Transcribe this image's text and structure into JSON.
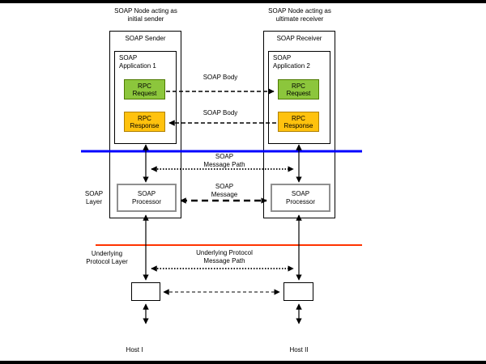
{
  "colors": {
    "rpc_request_fill": "#8CC63C",
    "rpc_request_border": "#4E7A00",
    "rpc_response_fill": "#FFC20E",
    "rpc_response_border": "#B08000",
    "soap_layer_divider": "#0000FF",
    "underlying_protocol_divider": "#FF3300"
  },
  "header": {
    "left_line1": "SOAP Node acting as",
    "left_line2": "initial sender",
    "right_line1": "SOAP Node acting as",
    "right_line2": "ultimate receiver"
  },
  "sender": {
    "title": "SOAP Sender",
    "app_line1": "SOAP",
    "app_line2": "Application 1",
    "rpc_request_line1": "RPC",
    "rpc_request_line2": "Request",
    "rpc_response_line1": "RPC",
    "rpc_response_line2": "Response",
    "processor_line1": "SOAP",
    "processor_line2": "Processor"
  },
  "receiver": {
    "title": "SOAP Receiver",
    "app_line1": "SOAP",
    "app_line2": "Application 2",
    "rpc_request_line1": "RPC",
    "rpc_request_line2": "Request",
    "rpc_response_line1": "RPC",
    "rpc_response_line2": "Response",
    "processor_line1": "SOAP",
    "processor_line2": "Processor"
  },
  "flows": {
    "soap_body_top": "SOAP Body",
    "soap_body_bottom": "SOAP Body",
    "soap_message_path_line1": "SOAP",
    "soap_message_path_line2": "Message Path",
    "soap_message_line1": "SOAP",
    "soap_message_line2": "Message",
    "underlying_path_line1": "Underlying Protocol",
    "underlying_path_line2": "Message Path"
  },
  "layers": {
    "soap_line1": "SOAP",
    "soap_line2": "Layer",
    "underlying_line1": "Underlying",
    "underlying_line2": "Protocol Layer"
  },
  "hosts": {
    "left_label": "Host I",
    "right_label": "Host II"
  }
}
